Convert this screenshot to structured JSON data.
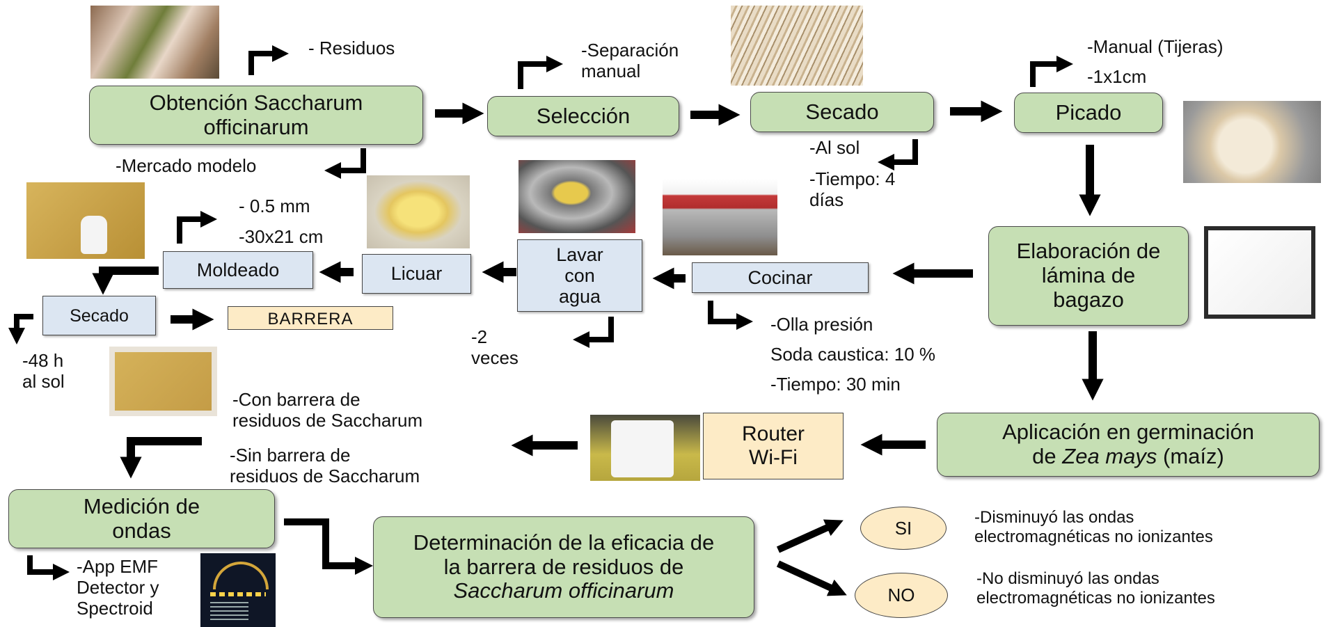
{
  "nodes": {
    "obtencion": "Obtención Saccharum officinarum",
    "seleccion": "Selección",
    "secado1": "Secado",
    "picado": "Picado",
    "elaboracion": "Elaboración de lámina de bagazo",
    "cocinar": "Cocinar",
    "lavar": "Lavar con agua",
    "licuar": "Licuar",
    "moldeado": "Moldeado",
    "secado2": "Secado",
    "barrera": "BARRERA",
    "aplicacion_1": "Aplicación en germinación",
    "aplicacion_2a": "de ",
    "aplicacion_2b": "Zea mays",
    "aplicacion_2c": " (maíz)",
    "router": "Router Wi-Fi",
    "medicion": "Medición de ondas",
    "determinacion_1": "Determinación de la eficacia de la barrera de residuos de ",
    "determinacion_2": "Saccharum officinarum",
    "si": "SI",
    "no": "NO"
  },
  "notes": {
    "residuos": "- Residuos",
    "mercado": "-Mercado modelo",
    "separacion_1": "-Separación",
    "separacion_2": "manual",
    "al_sol": "-Al sol",
    "tiempo_1": "-Tiempo: 4",
    "tiempo_2": "días",
    "manual": "-Manual (Tijeras)",
    "dim": "-1x1cm",
    "grosor": "- 0.5 mm",
    "medida": "-30x21 cm",
    "horas_1": "-48 h",
    "horas_2": "al sol",
    "veces_1": "-2",
    "veces_2": "veces",
    "olla": "-Olla presión",
    "soda": "Soda caustica: 10 %",
    "tiempo30": "-Tiempo: 30 min",
    "con_1": "-Con barrera de",
    "con_2": "residuos de Saccharum",
    "sin_1": "-Sin barrera de",
    "sin_2": "residuos de Saccharum",
    "app_1": "-App EMF",
    "app_2": "Detector y",
    "app_3": "Spectroid",
    "si_1": "-Disminuyó las ondas",
    "si_2": "electromagnéticas no ionizantes",
    "no_1": "-No disminuyó las ondas",
    "no_2": "electromagnéticas no ionizantes"
  },
  "colors": {
    "process": "#c6dfb4",
    "step": "#dce6f2",
    "highlight": "#fdebc6",
    "arrow": "#000000"
  }
}
